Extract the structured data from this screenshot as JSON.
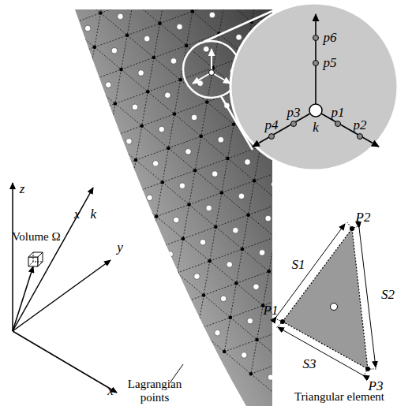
{
  "diagram": {
    "labels": [
      "p6",
      "p5",
      "p4",
      "p3",
      "k",
      "p1",
      "p2",
      "z",
      "Volume Ω",
      "x⃗k",
      "y",
      "x",
      "Lagrangian points",
      "S1",
      "P2",
      "S2",
      "P1",
      "S3",
      "P3",
      "Triangular element"
    ]
  }
}
